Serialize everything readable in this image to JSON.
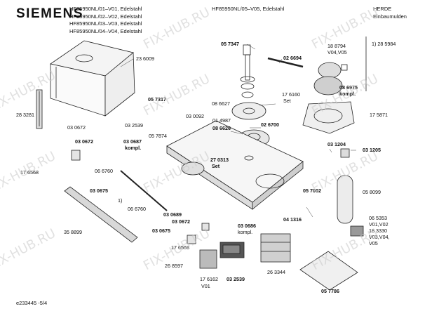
{
  "header": {
    "logo": "SIEMENS",
    "models": [
      "HF85950NL/01–V01, Edelstahl",
      "HF85950NL/02–V02, Edelstahl",
      "HF85950NL/03–V03, Edelstahl",
      "HF85950NL/04–V04, Edelstahl"
    ],
    "model_right": "HF85950NL/05–V05, Edelstahl",
    "category_line1": "HERDE",
    "category_line2": "Einbaumulden"
  },
  "labels": {
    "l236009": "23 6009",
    "l283281": "28 3281",
    "l057347": "05 7347",
    "l026694": "02 6694",
    "l188794": "18  8794",
    "lV04V05": "V04,V05",
    "l1note": "1)  28 5984",
    "l086975": "08 6975",
    "lkompl1": "kompl.",
    "l057317": "05 7317",
    "l176160": "17 6160",
    "lset1": "Set",
    "l086627": "08 6627",
    "l030672a": "03 0672",
    "l032539a": "03 2539",
    "l030092": "03 0092",
    "l014987": "01 4987",
    "l086626": "08 6626",
    "l026700": "02 6700",
    "l175871": "17 5871",
    "l030672b": "03 0672",
    "l030687": "03 0687",
    "lkompl2": "kompl.",
    "l057874": "05 7874",
    "l031204": "03 1204",
    "l031205": "03 1205",
    "l176568a": "17 6568",
    "l066760a": "06 6760",
    "l270313": "27 0313",
    "lset2": "Set",
    "l030675a": "03 0675",
    "l1a": "1)",
    "l057002": "05 7002",
    "l058099": "05 8099",
    "l066760b": "06 6760",
    "l030689": "03 0689",
    "l030672c": "03 0672",
    "l041316": "04 1316",
    "l030675b": "03 0675",
    "l030686": "03 0686",
    "lkompl3": "kompl.",
    "l358899": "35 8899",
    "l065353": "06 5353",
    "lV01V02": "V01,V02",
    "l183330": "18 3330",
    "lV03V04": "V03,V04,",
    "lV05": "V05",
    "l176568b": "17 6568",
    "l268597": "26 8597",
    "l176162": "17 6162",
    "lV01": "V01",
    "l032539b": "03 2539",
    "l263344": "26 3344",
    "l057786": "05 7786"
  },
  "footer": {
    "code": "e233445 -5/4"
  },
  "watermark": "FIX-HUB.RU"
}
